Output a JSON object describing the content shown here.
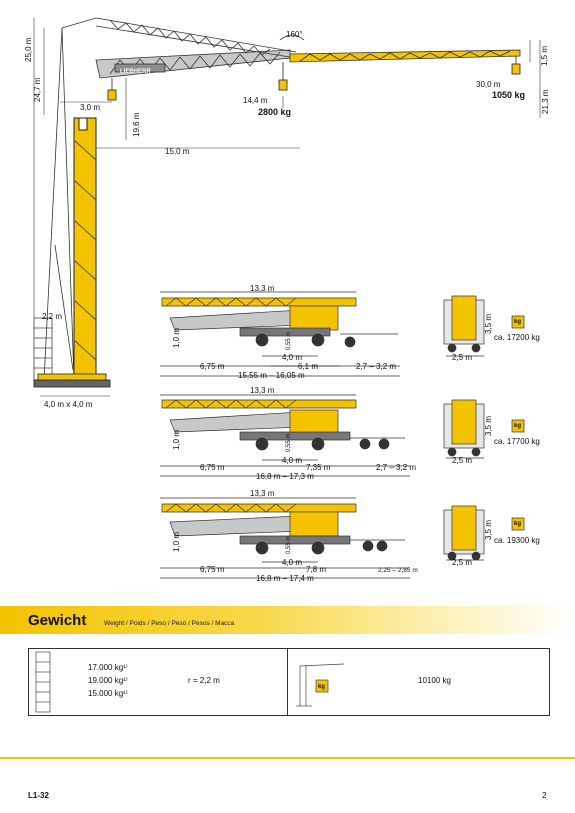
{
  "top_diagram": {
    "height_total": "25,0 m",
    "height_hook": "24,7 m",
    "jib_angle": "160°",
    "offset_left": "3,0 m",
    "height_mid": "19,6 m",
    "radius_mid": "14,4 m",
    "load_mid": "2800 kg",
    "radius_base": "15,0 m",
    "radius_tip": "30,0 m",
    "load_tip": "1050 kg",
    "rise_tip": "1,5 m",
    "height_tip": "21,3 m",
    "ballast_width": "2,2 m",
    "base_size": "4,0 m x 4,0 m",
    "brand": "LIEBHERR"
  },
  "transport": [
    {
      "length_top": "13,3 m",
      "height_left": "1,0 m",
      "axle_gap": "4,0 m",
      "rear_len": "6,75 m",
      "mid_len": "6,1 m",
      "drawbar": "2,7 – 3,2 m",
      "total": "15,55 m – 16,05 m",
      "small_h": "0,55 m",
      "front_height": "3,5 m",
      "front_width": "2,5 m",
      "weight": "ca. 17200 kg",
      "kg": "kg"
    },
    {
      "length_top": "13,3 m",
      "height_left": "1,0 m",
      "axle_gap": "4,0 m",
      "rear_len": "6,75 m",
      "mid_len": "7,35 m",
      "drawbar": "2,7 – 3,2 m",
      "total": "16,8 m – 17,3 m",
      "small_h": "0,55 m",
      "front_height": "3,5 m",
      "front_width": "2,5 m",
      "weight": "ca. 17700 kg",
      "kg": "kg"
    },
    {
      "length_top": "13,3 m",
      "height_left": "1,0 m",
      "axle_gap": "4,0 m",
      "rear_len": "6,75 m",
      "mid_len": "7,8 m",
      "drawbar": "2,25 – 2,85 m",
      "total": "16,8 m – 17,4 m",
      "small_h": "0,55 m",
      "front_height": "3,5 m",
      "front_width": "2,5 m",
      "weight": "ca. 19300 kg",
      "kg": "kg"
    }
  ],
  "weight_section": {
    "title": "Gewicht",
    "subtitle": "Weight / Poids / Peso / Peso / Pesos / Macca",
    "ballast_values": [
      "17.000 kg¹⁾",
      "19.000 kg¹⁾",
      "15.000 kg¹⁾"
    ],
    "radius": "r = 2,2 m",
    "crane_weight": "10100 kg",
    "kg": "kg"
  },
  "footer": {
    "model": "L1-32",
    "page": "2"
  },
  "colors": {
    "accent_yellow": "#f3c300",
    "steel_grey": "#8d8d8d",
    "line": "#222222"
  }
}
